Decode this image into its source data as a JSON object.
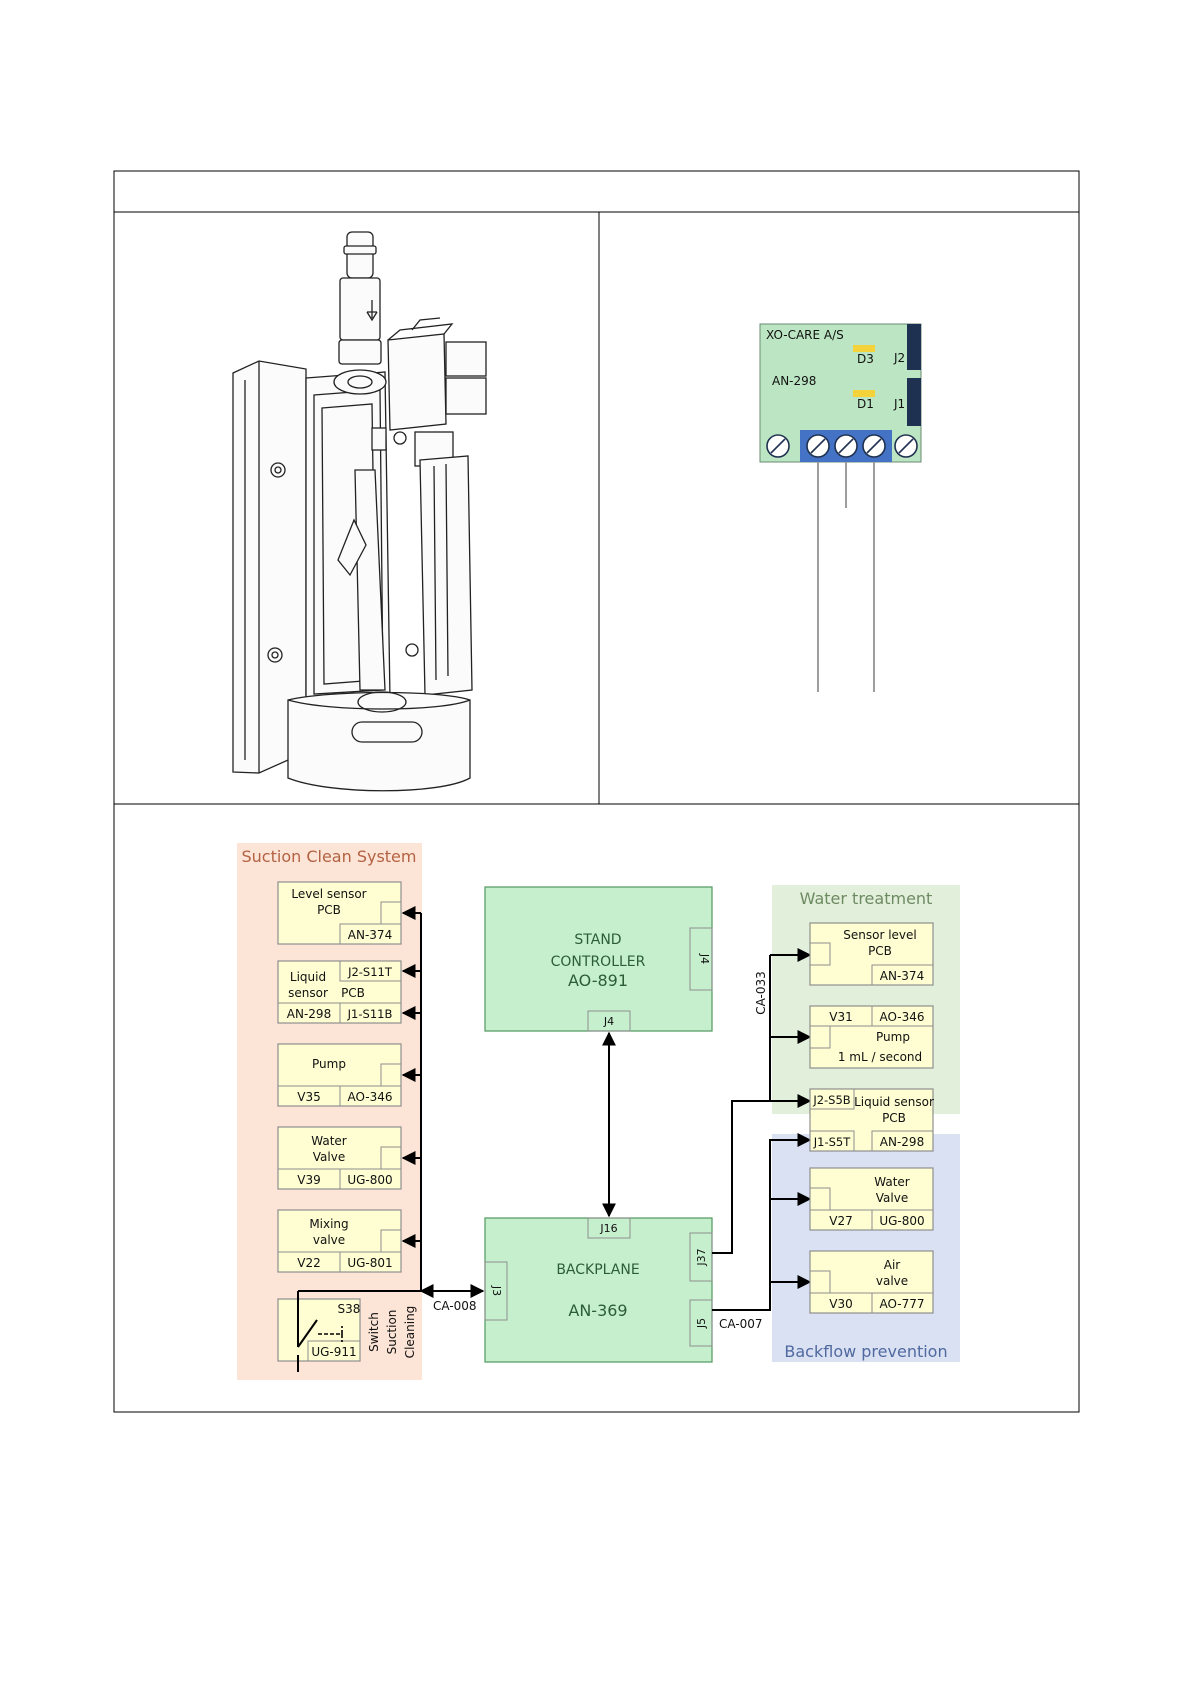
{
  "pcb": {
    "company": "XO-CARE A/S",
    "model": "AN-298",
    "leds": [
      "D3",
      "D1"
    ],
    "jacks": [
      "J2",
      "J1"
    ],
    "colors": {
      "board": "#bce6c3",
      "led": "#f3d23a",
      "jack": "#1f3150",
      "terminal": "#4472c4"
    }
  },
  "diagram": {
    "groups": {
      "suction": "Suction Clean System",
      "water_treatment": "Water treatment",
      "backflow": "Backflow prevention"
    },
    "group_colors": {
      "suction": "#fce4d6",
      "water": "#e2efda",
      "backflow": "#d9e1f2",
      "component": "#fefed2",
      "controller": "#c6efce"
    },
    "stand_controller": {
      "line1": "STAND",
      "line2": "CONTROLLER",
      "code": "AO-891",
      "port_right": "J4",
      "port_bottom": "J4"
    },
    "backplane": {
      "title": "BACKPLANE",
      "code": "AN-369",
      "port_top": "J16",
      "port_left": "J3",
      "port_right_top": "J37",
      "port_right_bottom": "J5"
    },
    "cables": {
      "left": "CA-008",
      "upper": "CA-033",
      "lower": "CA-007"
    },
    "switch_label": [
      "Switch",
      "Suction",
      "Cleaning"
    ],
    "left_components": [
      {
        "name_lines": [
          "Level sensor",
          "PCB"
        ],
        "code": "AN-374"
      },
      {
        "name_lines": [
          "Liquid",
          "sensor"
        ],
        "sub": "PCB",
        "id": "AN-298",
        "port_top": "J2-S11T",
        "port_bottom": "J1-S11B"
      },
      {
        "name_lines": [
          "Pump"
        ],
        "id": "V35",
        "code": "AO-346"
      },
      {
        "name_lines": [
          "Water",
          "Valve"
        ],
        "id": "V39",
        "code": "UG-800"
      },
      {
        "name_lines": [
          "Mixing",
          "valve"
        ],
        "id": "V22",
        "code": "UG-801"
      },
      {
        "name_lines": [],
        "id": "S38",
        "code": "UG-911"
      }
    ],
    "right_components": [
      {
        "name_lines": [
          "Sensor level",
          "PCB"
        ],
        "code": "AN-374"
      },
      {
        "name_lines": [
          "Pump",
          "1 mL / second"
        ],
        "id": "V31",
        "code": "AO-346"
      },
      {
        "name_lines": [
          "Liquid sensor",
          "PCB"
        ],
        "port_top": "J2-S5B",
        "port_bottom": "J1-S5T",
        "code": "AN-298"
      },
      {
        "name_lines": [
          "Water",
          "Valve"
        ],
        "id": "V27",
        "code": "UG-800"
      },
      {
        "name_lines": [
          "Air",
          "valve"
        ],
        "id": "V30",
        "code": "AO-777"
      }
    ]
  }
}
